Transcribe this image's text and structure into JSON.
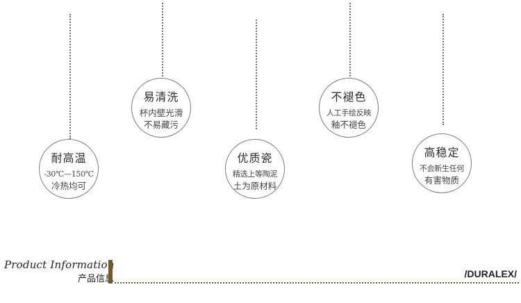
{
  "features": [
    {
      "title": "耐高温",
      "lines": [
        "-30℃—150℃",
        "冷热均可"
      ]
    },
    {
      "title": "易清洗",
      "lines": [
        "杯内壁光滑",
        "不易藏污"
      ]
    },
    {
      "title": "优质瓷",
      "lines": [
        "精选上等陶泥",
        "土为原材料"
      ]
    },
    {
      "title": "不褪色",
      "lines": [
        "人工手绘反映",
        "釉不褪色"
      ]
    },
    {
      "title": "高稳定",
      "lines": [
        "不会新生任何",
        "有害物质"
      ]
    }
  ],
  "footer": {
    "title_en": "Product Information",
    "title_cn": "产品信息",
    "brand": "/DURALEX/"
  },
  "colors": {
    "accent_bar": "#6d5a2f",
    "circle_border": "#7a7a7a"
  }
}
